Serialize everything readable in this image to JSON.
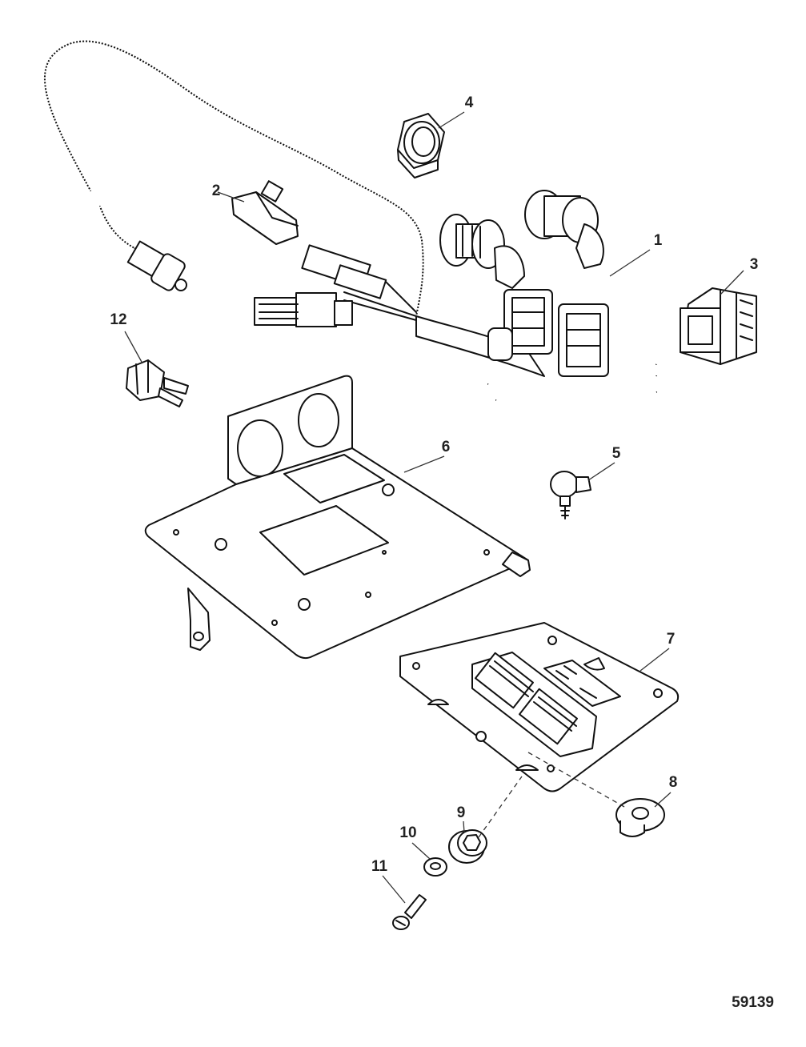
{
  "figure_id": "59139",
  "callouts": [
    "1",
    "2",
    "3",
    "4",
    "5",
    "6",
    "7",
    "8",
    "9",
    "10",
    "11",
    "12"
  ],
  "colors": {
    "line": "#111111",
    "background": "#ffffff",
    "label": "#222222"
  }
}
